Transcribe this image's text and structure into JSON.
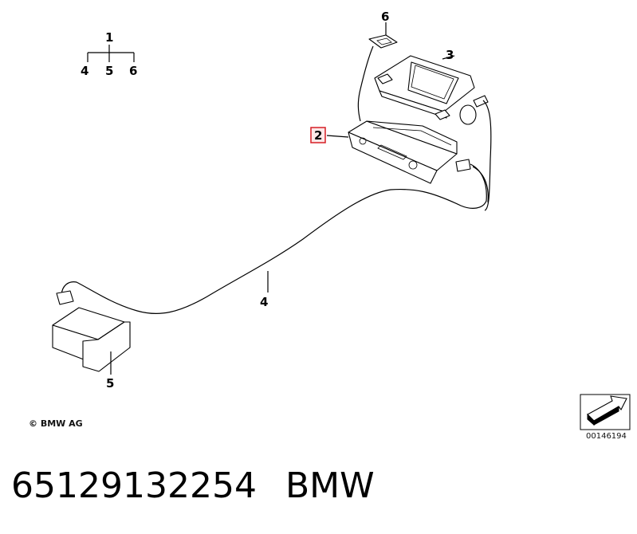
{
  "legend": {
    "parent": "1",
    "children": [
      "4",
      "5",
      "6"
    ]
  },
  "callouts": [
    {
      "id": "2",
      "highlighted": true
    },
    {
      "id": "3"
    },
    {
      "id": "4"
    },
    {
      "id": "5"
    },
    {
      "id": "6"
    }
  ],
  "copyright": "© BMW AG",
  "diagram_id": "00146194",
  "footer": {
    "part_number": "65129132254",
    "brand": "BMW"
  },
  "colors": {
    "highlight_border": "#d61f26",
    "highlight_fill": "#fde8e8",
    "ink": "#000000"
  }
}
